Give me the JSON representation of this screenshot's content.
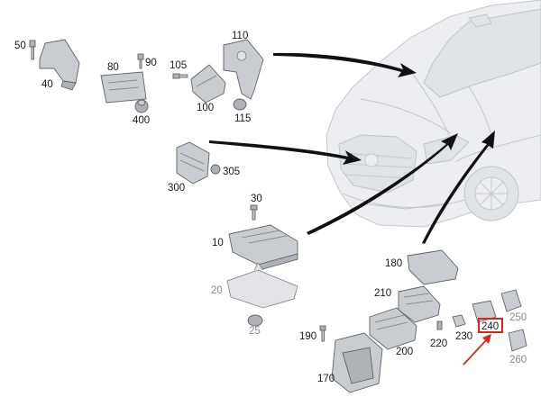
{
  "labels": {
    "l50": "50",
    "l40": "40",
    "l80": "80",
    "l90": "90",
    "l400": "400",
    "l105": "105",
    "l110": "110",
    "l100": "100",
    "l115": "115",
    "l300": "300",
    "l305": "305",
    "l30": "30",
    "l10": "10",
    "l20": "20",
    "l25": "25",
    "l180": "180",
    "l210": "210",
    "l190": "190",
    "l200": "200",
    "l220": "220",
    "l230": "230",
    "l240": "240",
    "l250": "250",
    "l260": "260",
    "l170": "170"
  },
  "colors": {
    "highlight_box": "#e2231a",
    "pointer_arrow": "#e2231a",
    "callout_arrow": "#111111",
    "part_fill": "#c9ccd0",
    "muted_label": "#8a8a8a"
  }
}
